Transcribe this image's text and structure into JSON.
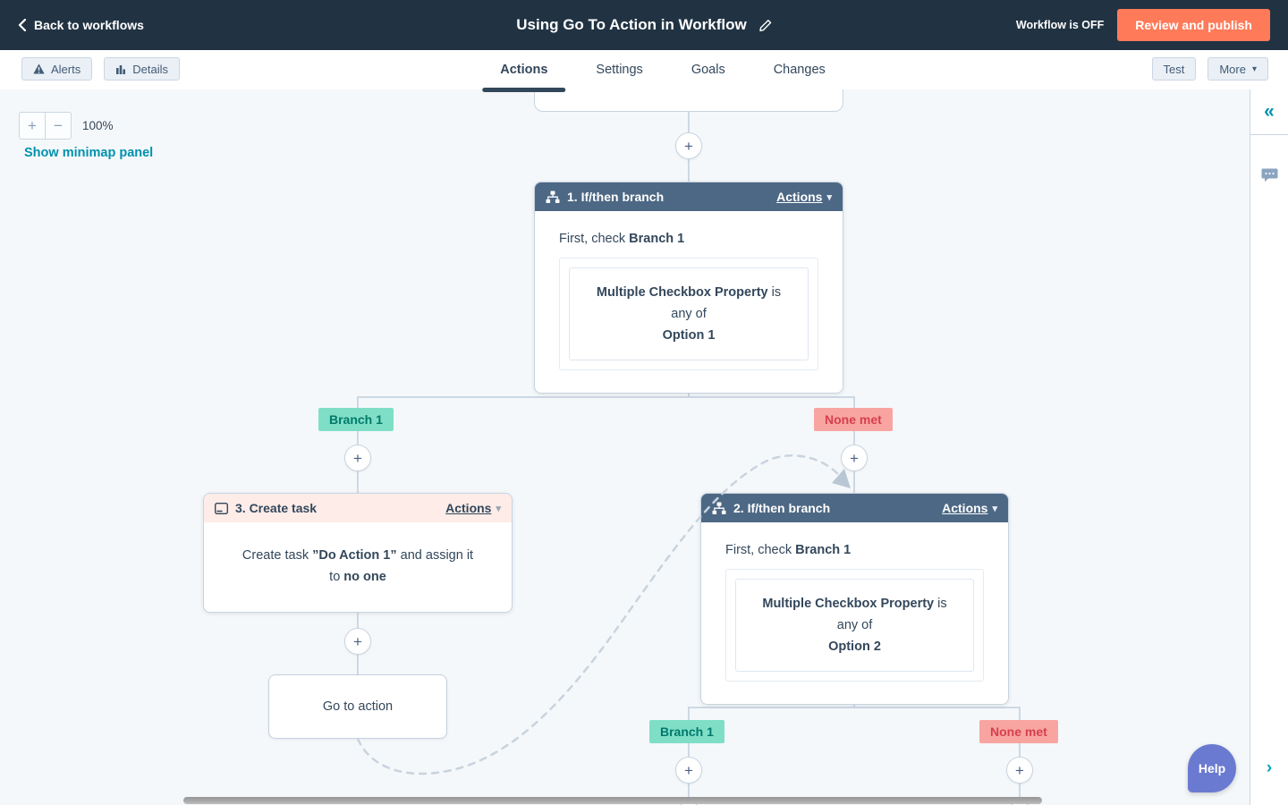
{
  "colors": {
    "navbar_bg": "#213343",
    "publish_button_bg": "#ff7a59",
    "node_header_dark": "#4d6884",
    "node_header_pink": "#fdece8",
    "branch_met_bg": "#7fdfc6",
    "branch_met_text": "#00796c",
    "branch_none_bg": "#f8a5a1",
    "branch_none_text": "#d63f4e",
    "link_teal": "#0091ae",
    "canvas_bg": "#f5f8fa",
    "connector_line": "#cdd8e4",
    "help_bg": "#6b7ad1",
    "body_text": "#33475b"
  },
  "icons": {
    "back_chevron": "left-chevron",
    "edit": "pencil",
    "alerts": "warning-triangle",
    "details": "bar-chart",
    "if_then": "sitemap",
    "create_task": "task-card",
    "comments": "speech-bubble",
    "caret_down": "▾",
    "plus": "+",
    "minus": "−",
    "collapse_double_chevron": "«",
    "expand_chevron": "›"
  },
  "navbar": {
    "back": "Back to workflows",
    "title": "Using Go To Action in Workflow",
    "status": "Workflow is OFF",
    "publish": "Review and publish"
  },
  "toolbar": {
    "alerts": "Alerts",
    "details": "Details",
    "tabs": [
      {
        "label": "Actions",
        "active": true
      },
      {
        "label": "Settings",
        "active": false
      },
      {
        "label": "Goals",
        "active": false
      },
      {
        "label": "Changes",
        "active": false
      }
    ],
    "test": "Test",
    "more": "More"
  },
  "canvas": {
    "zoom_level": "100%",
    "minimap_link": "Show minimap panel"
  },
  "branch_labels": {
    "met": "Branch 1",
    "none": "None met"
  },
  "nodes": {
    "if1": {
      "title": "1. If/then branch",
      "menu": "Actions",
      "check_prefix": "First, check ",
      "check_target": "Branch 1",
      "cond_property": "Multiple Checkbox Property",
      "cond_operator": " is any of",
      "cond_value": "Option 1"
    },
    "if2": {
      "title": "2. If/then branch",
      "menu": "Actions",
      "check_prefix": "First, check ",
      "check_target": "Branch 1",
      "cond_property": "Multiple Checkbox Property",
      "cond_operator": " is any of",
      "cond_value": "Option 2"
    },
    "task": {
      "title": "3. Create task",
      "menu": "Actions",
      "text_1": "Create task ",
      "text_2": "”Do Action 1”",
      "text_3": " and assign it to ",
      "text_4": "no one"
    },
    "goto": {
      "label": "Go to action"
    }
  },
  "sidebar": {
    "help": "Help"
  }
}
